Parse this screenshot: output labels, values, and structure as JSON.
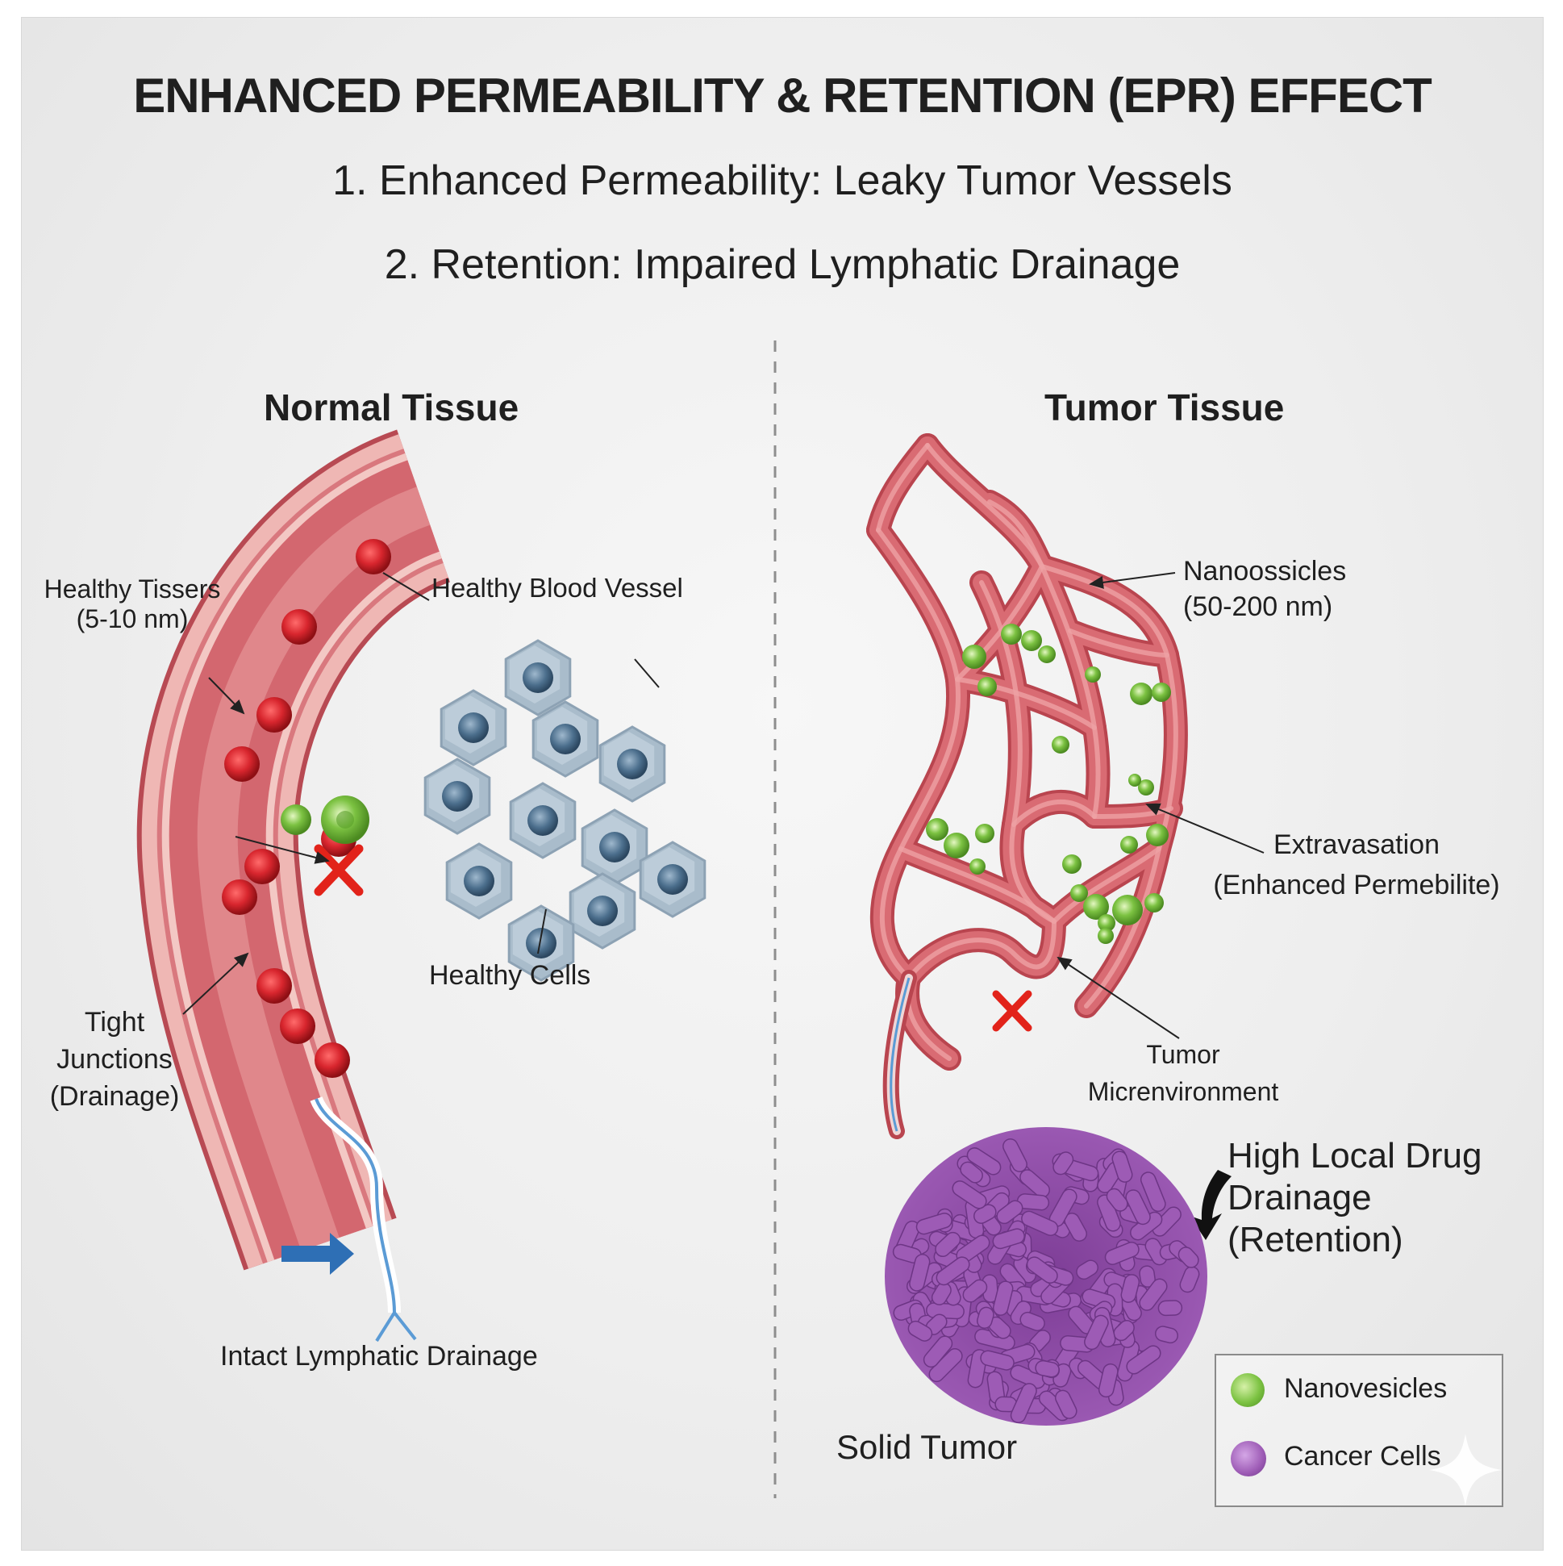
{
  "header": {
    "title": "ENHANCED PERMEABILITY & RETENTION (EPR) EFFECT",
    "point_1": "1. Enhanced Permeability: Leaky Tumor   Vessels",
    "point_2": "2. Retention: Impaired Lymphatic Drainage"
  },
  "normal_panel": {
    "heading": "Normal Tissue",
    "healthy_tissue_label_1": "Healthy Tissers",
    "healthy_tissue_label_2": "(5-10 nm)",
    "blood_vessel_label": "Healthy Blood Vessel",
    "tight_junctions_label_1": "Tight",
    "tight_junctions_label_2": "Junctions",
    "tight_junctions_label_3": "(Drainage)",
    "healthy_cells_label": "Healthy Cells",
    "lymphatic_label": "Intact Lymphatic Drainage"
  },
  "tumor_panel": {
    "heading": "Tumor Tissue",
    "nanoossicles_label_1": "Nanoossicles",
    "nanoossicles_label_2": "(50-200 nm)",
    "extravasation_label_1": "Extravasation",
    "extravasation_label_2": "(Enhanced Permebilite)",
    "microenvironment_label_1": "Tumor",
    "microenvironment_label_2": "Micrenvironment",
    "retention_label_1": "High Local Drug",
    "retention_label_2": "Drainage",
    "retention_label_3": "(Retention)",
    "solid_tumor_label": "Solid Tumor"
  },
  "legend": {
    "items": [
      {
        "label": "Nanovesicles",
        "color": "#7cc242"
      },
      {
        "label": "Cancer Cells",
        "color": "#9d5bb5"
      }
    ]
  },
  "colors": {
    "vessel": "#d96b73",
    "vessel_dark": "#b9454f",
    "red_blood_cell": "#d8262e",
    "healthy_cell": "#a9bccb",
    "nucleus": "#4c6f8d",
    "nanovesicle": "#7cc242",
    "cancer_cell": "#9d5bb5",
    "block_mark": "#e2231a",
    "lymph": "#5b9bd5",
    "arrow_blue": "#2e6fb5"
  }
}
